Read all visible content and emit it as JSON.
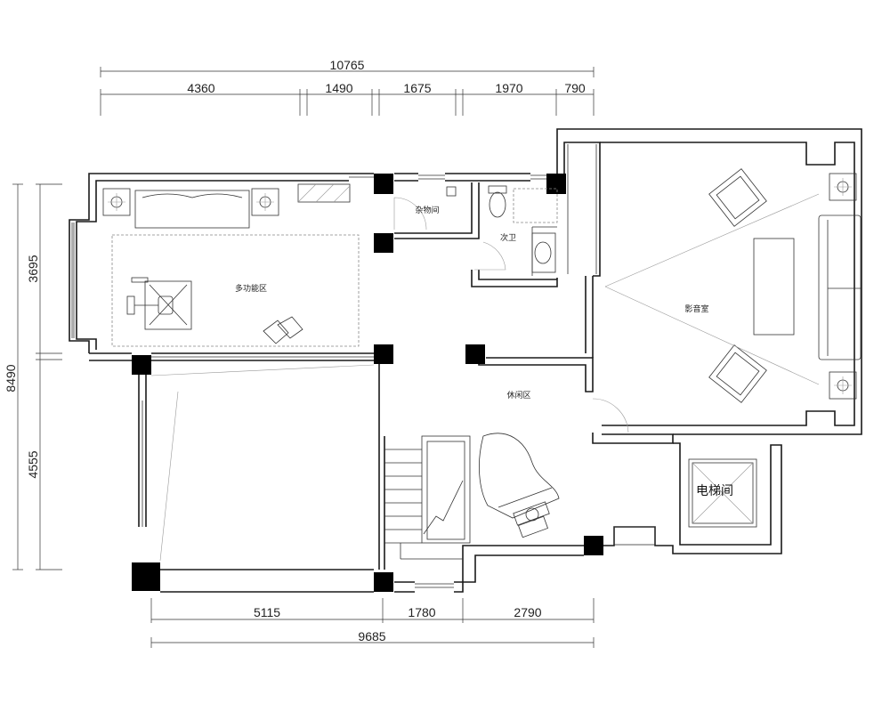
{
  "dimensions": {
    "top_total": "10765",
    "top_segments": [
      "4360",
      "1490",
      "1675",
      "1970",
      "790"
    ],
    "bottom_total": "9685",
    "bottom_segments": [
      "5115",
      "1780",
      "2790"
    ],
    "left_total": "8490",
    "left_segments": [
      "3695",
      "4555"
    ]
  },
  "rooms": {
    "multi_function": "多功能区",
    "storage": "杂物间",
    "bathroom": "次卫",
    "theater": "影音室",
    "lounge": "休闲区",
    "elevator": "电梯间"
  }
}
